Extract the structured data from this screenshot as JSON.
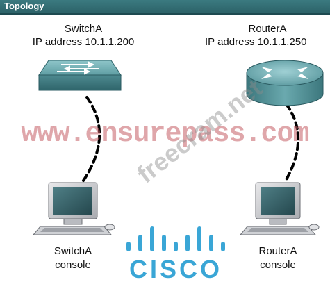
{
  "header": {
    "title": "Topology"
  },
  "devices": {
    "switch": {
      "name": "SwitchA",
      "address": "IP address 10.1.1.200"
    },
    "router": {
      "name": "RouterA",
      "address": "IP address 10.1.1.250"
    },
    "switch_console": {
      "line1": "SwitchA",
      "line2": "console"
    },
    "router_console": {
      "line1": "RouterA",
      "line2": "console"
    }
  },
  "watermarks": {
    "primary": "www.ensurepass.com",
    "secondary": "freecram.net"
  },
  "logo": {
    "text": "CISCO"
  },
  "colors": {
    "header": "#2c6268",
    "device": "#5a9aa0",
    "cisco_logo": "#3aa6d6",
    "cable": "#000000"
  }
}
